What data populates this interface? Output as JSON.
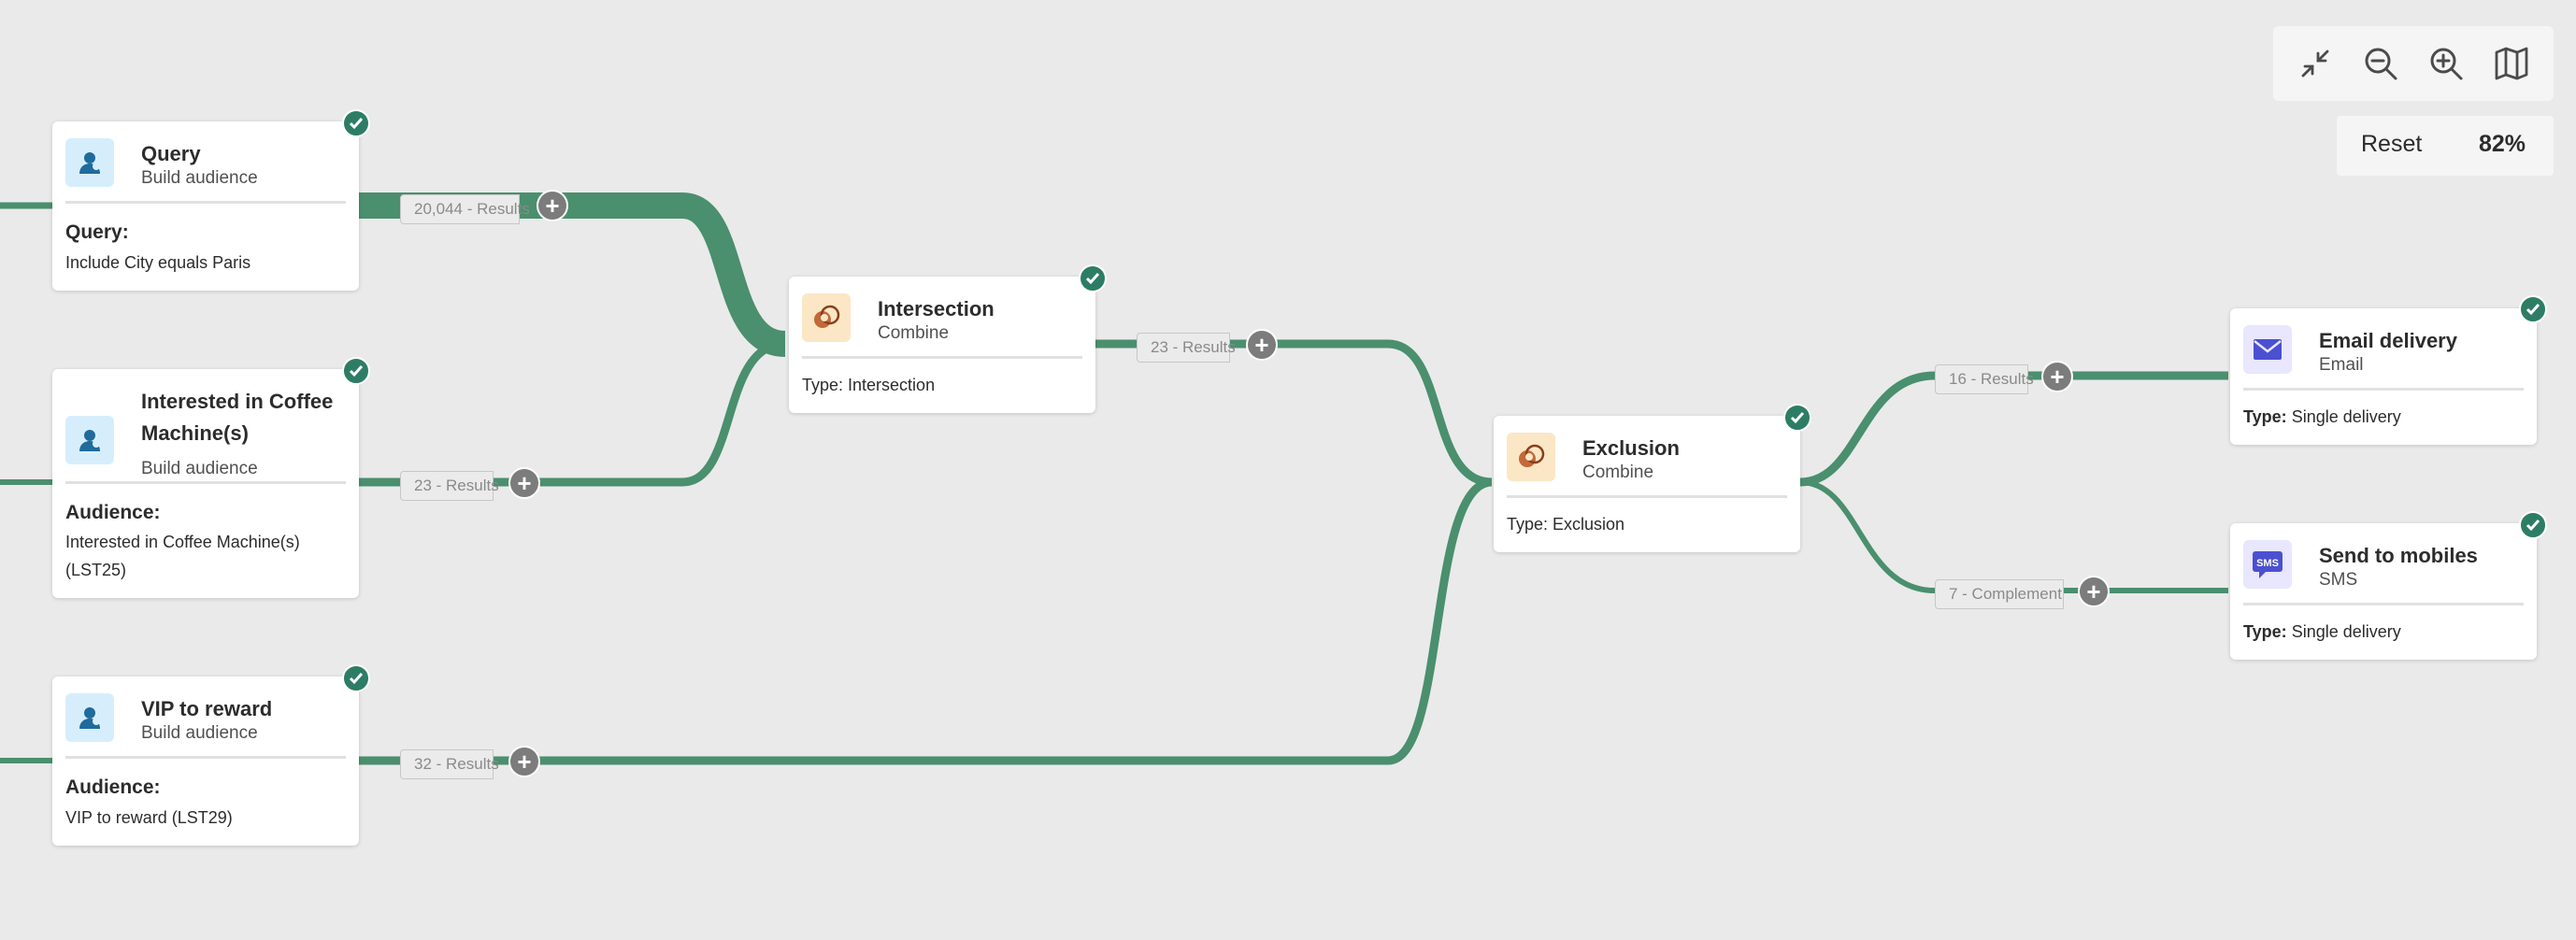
{
  "colors": {
    "background": "#eaeaea",
    "link": "#4a8f6e",
    "check": "#2d7d64",
    "plus": "#7c7c7c"
  },
  "toolbar": {
    "icons": [
      "collapse-icon",
      "zoom-out-icon",
      "zoom-in-icon",
      "minimap-icon"
    ],
    "reset_label": "Reset",
    "zoom_level": "82%"
  },
  "nodes": {
    "query": {
      "title": "Query",
      "subtitle": "Build audience",
      "detail_head": "Query:",
      "detail": "Include City equals Paris",
      "status": "completed",
      "icon": "audience-icon"
    },
    "coffee": {
      "title": "Interested in Coffee Machine(s)",
      "subtitle": "Build audience",
      "detail_head": "Audience:",
      "detail": "Interested in Coffee Machine(s) (LST25)",
      "status": "completed",
      "icon": "audience-icon"
    },
    "vip": {
      "title": "VIP to reward",
      "subtitle": "Build audience",
      "detail_head": "Audience:",
      "detail": "VIP to reward (LST29)",
      "status": "completed",
      "icon": "audience-icon"
    },
    "intersection": {
      "title": "Intersection",
      "subtitle": "Combine",
      "detail": "Type: Intersection",
      "status": "completed",
      "icon": "combine-icon"
    },
    "exclusion": {
      "title": "Exclusion",
      "subtitle": "Combine",
      "detail": "Type: Exclusion",
      "status": "completed",
      "icon": "combine-icon"
    },
    "email": {
      "title": "Email delivery",
      "subtitle": "Email",
      "type_label": "Type:",
      "type_value": "Single delivery",
      "status": "completed",
      "icon": "email-icon"
    },
    "sms": {
      "title": "Send to mobiles",
      "subtitle": "SMS",
      "type_label": "Type:",
      "type_value": "Single delivery",
      "status": "completed",
      "icon": "sms-icon",
      "icon_text": "SMS"
    }
  },
  "transitions": {
    "query_out": "20,044 - Results",
    "coffee_out": "23 - Results",
    "vip_out": "32 - Results",
    "intersection_out": "23 - Results",
    "exclusion_results": "16 - Results",
    "exclusion_complement": "7 - Complement"
  }
}
